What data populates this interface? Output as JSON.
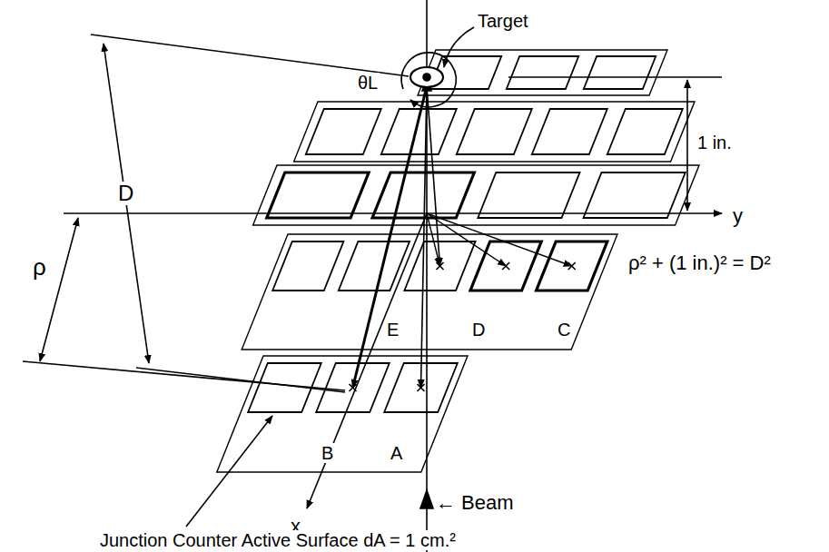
{
  "diagram": {
    "labels": [
      "Target",
      "θL",
      "D",
      "1 in.",
      "y",
      "ρ",
      "E",
      "D",
      "C",
      "B",
      "A",
      "x",
      "ρ² + (1 in.)² = D²",
      "← Beam",
      "Junction Counter Active Surface dA = 1 cm.²"
    ]
  }
}
